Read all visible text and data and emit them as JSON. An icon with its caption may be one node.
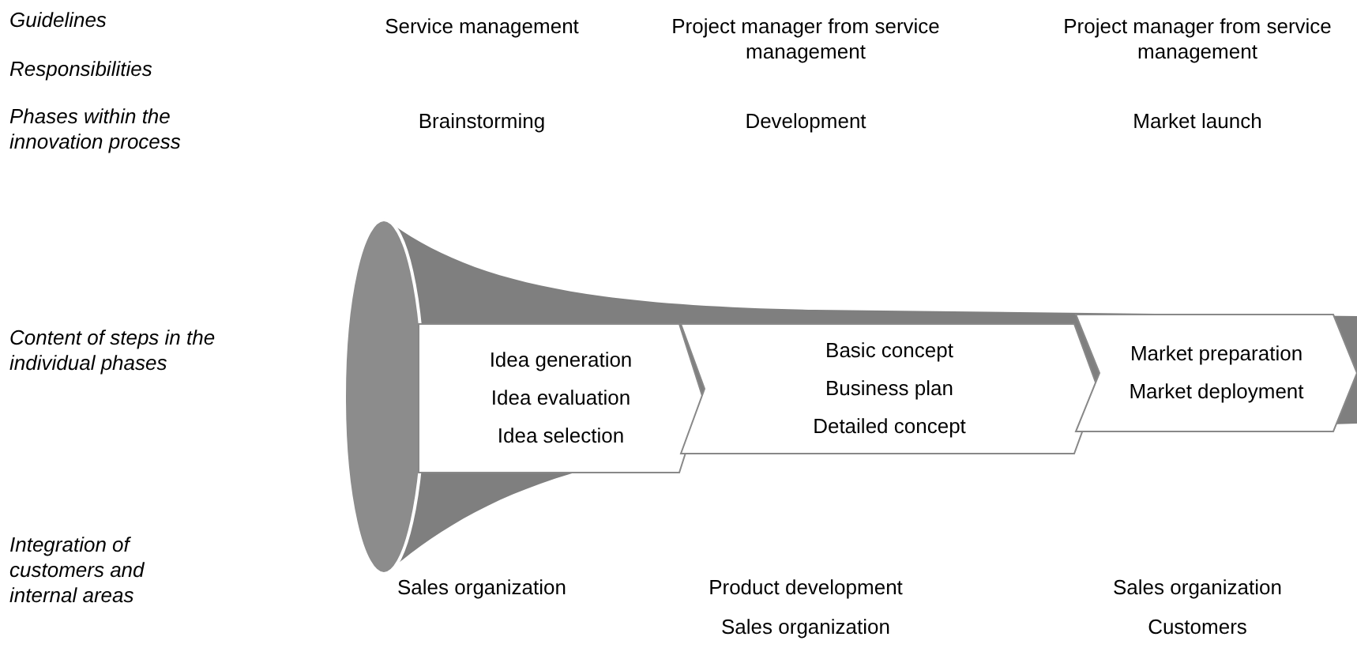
{
  "diagram": {
    "nodes": [
      {
        "text": [],
        "shape": "funnel"
      },
      {
        "text": [
          "Idea generation",
          "Idea evaluation",
          "Idea selection"
        ],
        "in": 0
      },
      {
        "text": [
          "Basic concept",
          "Business plan",
          "Detailed concept"
        ],
        "in": 0
      },
      {
        "text": [
          "Market preparation",
          "Market deployment"
        ],
        "in": 0
      }
    ],
    "labels": [
      "Guidelines",
      "Service management",
      "Project manager from service management",
      "Project manager from service management",
      "Responsibilities",
      "Phases within the innovation process",
      "Brainstorming",
      "Development",
      "Market launch",
      "Content of steps in the individual phases",
      "Integration of customers and internal areas",
      "Sales organization",
      "Product development",
      "Sales organization",
      "Sales organization",
      "Customers"
    ]
  }
}
